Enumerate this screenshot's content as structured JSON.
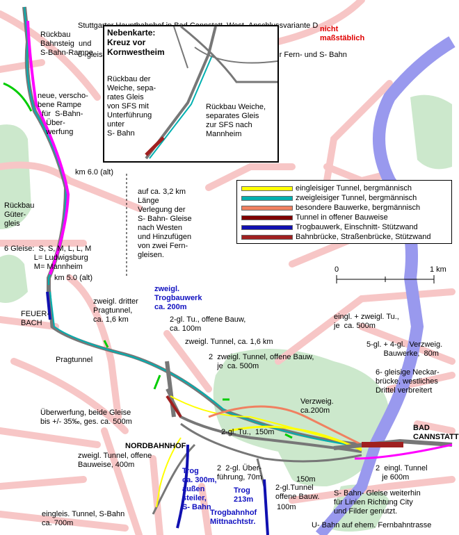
{
  "title": {
    "line1": "Stuttgarter Hauptbahnhof in Bad Cannstatt, West- Anschlussvariante D",
    "line2": "6- gleisiger Ausbau Feuerbach - Zuffenhausen, Gäubahn für Fern- und S- Bahn"
  },
  "scale_note": "nicht\nmaßstäblich",
  "inset": {
    "heading": "Nebenkarte:\nKreuz vor\nKornwestheim",
    "label_left": "Rückbau der\nWeiche, sepa-\nrates Gleis\nvon SFS mit\nUnterführung\nunter\nS- Bahn",
    "label_right": "Rückbau Weiche,\nseparates Gleis\nzur SFS nach\nMannheim"
  },
  "legend": {
    "items": [
      {
        "label": "eingleisiger Tunnel, bergmännisch",
        "color": "#ffff00"
      },
      {
        "label": "zweigleisiger Tunnel, bergmännisch",
        "color": "#00b0b0"
      },
      {
        "label": "besondere Bauwerke, bergmännisch",
        "color": "#f08060"
      },
      {
        "label": "Tunnel in offener Bauweise",
        "color": "#800000"
      },
      {
        "label": "Trogbauwerk, Einschnitt- Stützwand",
        "color": "#1010b0"
      },
      {
        "label": "Bahnbrücke, Straßenbrücke, Stützwand",
        "color": "#a02020"
      }
    ]
  },
  "scale": {
    "zero": "0",
    "one_km": "1 km"
  },
  "colors": {
    "roads": "#f7c6c6",
    "green": "#cce8cc",
    "river": "#9999ee",
    "magenta": "#ff00ff",
    "cyan": "#00b0b0",
    "yellow": "#ffff00",
    "blue": "#1010b0",
    "darkred": "#a02020",
    "green_line": "#00cc00"
  },
  "labels": {
    "rueckbau_bahnsteig": "Rückbau\nBahnsteig  und\nS-Bahn-Rampe",
    "neue_rampe": "neue, verscho-\nbene Rampe\n  für  S-Bahn-\n    Über-\n    werfung",
    "km6": "km 6.0 (alt)",
    "rueckbau_gueter": "Rückbau\nGüter-\ngleis",
    "sechs_gleise": "6 Gleise:  S, S, M, L, L, M\n              L= Ludwigsburg\n              M= Mannheim",
    "km5": "km 5.0 (alt)",
    "verlegung": "auf ca. 3,2 km\nLänge\nVerlegung der\nS- Bahn- Gleise\nnach Westen\nund Hinzufügen\nvon zwei Fern-\ngleisen.",
    "feuerbach": "FEUER-\nBACH",
    "pragtunnel": "Pragtunnel",
    "zweigl_dritter": "zweigl. dritter\nPragtunnel,\nca. 1,6 km",
    "zweigl_trog": "zweigl.\nTrogbauwerk\nca. 200m",
    "zwei_gl_tu": "2-gl. Tu., offene Bauw,\nca. 100m",
    "zweigl_tunnel_16": "zweigl. Tunnel, ca. 1,6 km",
    "zwei_zweigl_offen": "2  zweigl. Tunnel, offene Bauw,\n    je  ca. 500m",
    "eingl_zweigl": "eingl. + zweigl. Tu.,\nje  ca. 500m",
    "fuenf_vier": "5-gl. + 4-gl.  Verzweig.\n        Bauwerke,  80m",
    "sechs_neckar": "6- gleisige Neckar-\nbrücke, westliches\nDrittel verbreitert",
    "verzweig": "Verzweig.\nca.200m",
    "ueberwerfung": "Überwerfung, beide Gleise\nbis +/- 35‰, ges. ca. 500m",
    "zwei_gl_150": "2-gl. Tu.,  150m",
    "bad_cannstatt": "BAD\nCANNSTATT",
    "nordbahnhof": "NORDBAHNHOF",
    "zweigl_offene_400": "zweigl. Tunnel, offene\nBauweise, 400m",
    "ueberfuehrung": "2  2-gl. Über-\nführung, 70m",
    "zwei_eingl_tunnel": "2  eingl. Tunnel\n   je 600m",
    "m150": "150m",
    "trog300": "Trog\nca. 300m,\naußen\nsteiler,\nS- Bahn",
    "trog213": "Trog\n213m",
    "zwei_gl_tunnel_offen": "2-gl.Tunnel\noffene Bauw.",
    "m100": "100m",
    "s_bahn_gleise": "S- Bahn- Gleise weiterhin\nfür Linien Richtung City\nund Filder genutzt.",
    "eingleis_tunnel": "eingleis. Tunnel, S-Bahn\nca. 700m",
    "trogbahnhof": "Trogbahnhof\nMittnachtstr.",
    "u_bahn": "U- Bahn auf ehem. Fernbahntrasse"
  }
}
